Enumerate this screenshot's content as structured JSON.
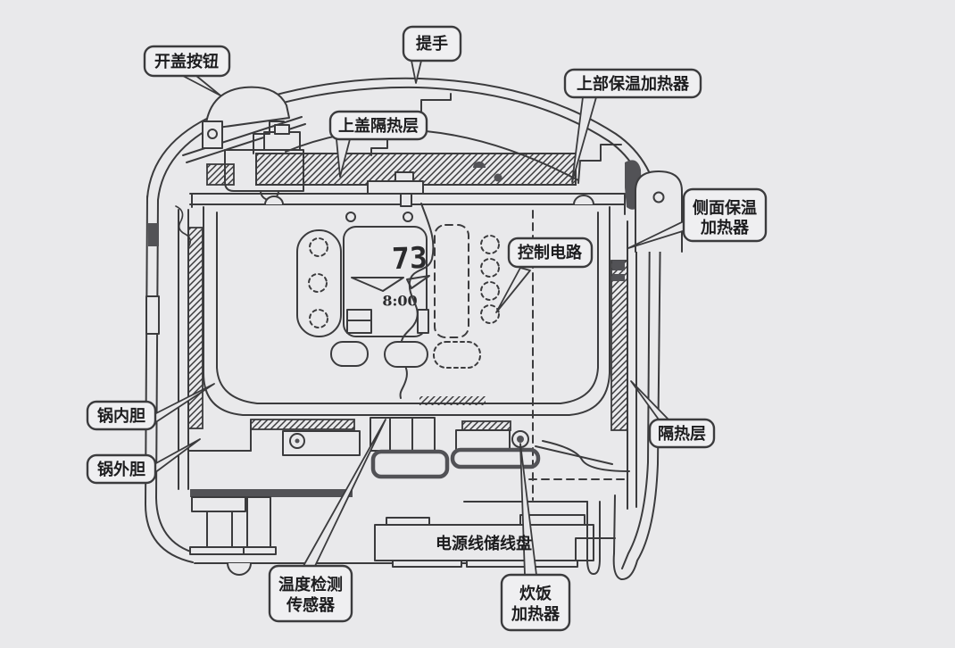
{
  "diagram": {
    "type": "rice-cooker-cross-section",
    "colors": {
      "background": "#e9e9eb",
      "line": "#3b3b3d",
      "callout_fill": "#efeff1",
      "dark_fill": "#525256"
    },
    "display": {
      "digits": "73",
      "time": "8:00"
    },
    "labels": {
      "open_button": {
        "text": "开盖按钮"
      },
      "handle": {
        "text": "提手"
      },
      "lid_insulation": {
        "text": "上盖隔热层"
      },
      "upper_heater": {
        "text": "上部保温加热器"
      },
      "side_heater": {
        "lines": [
          "侧面保温",
          "加热器"
        ]
      },
      "control_circuit": {
        "text": "控制电路"
      },
      "inner_pot": {
        "text": "锅内胆"
      },
      "outer_pot": {
        "text": "锅外胆"
      },
      "insulation_layer": {
        "text": "隔热层"
      },
      "cord_reel": {
        "text": "电源线储线盘"
      },
      "temp_sensor": {
        "lines": [
          "温度检测",
          "传感器"
        ]
      },
      "cook_heater": {
        "lines": [
          "炊饭",
          "加热器"
        ]
      }
    }
  }
}
